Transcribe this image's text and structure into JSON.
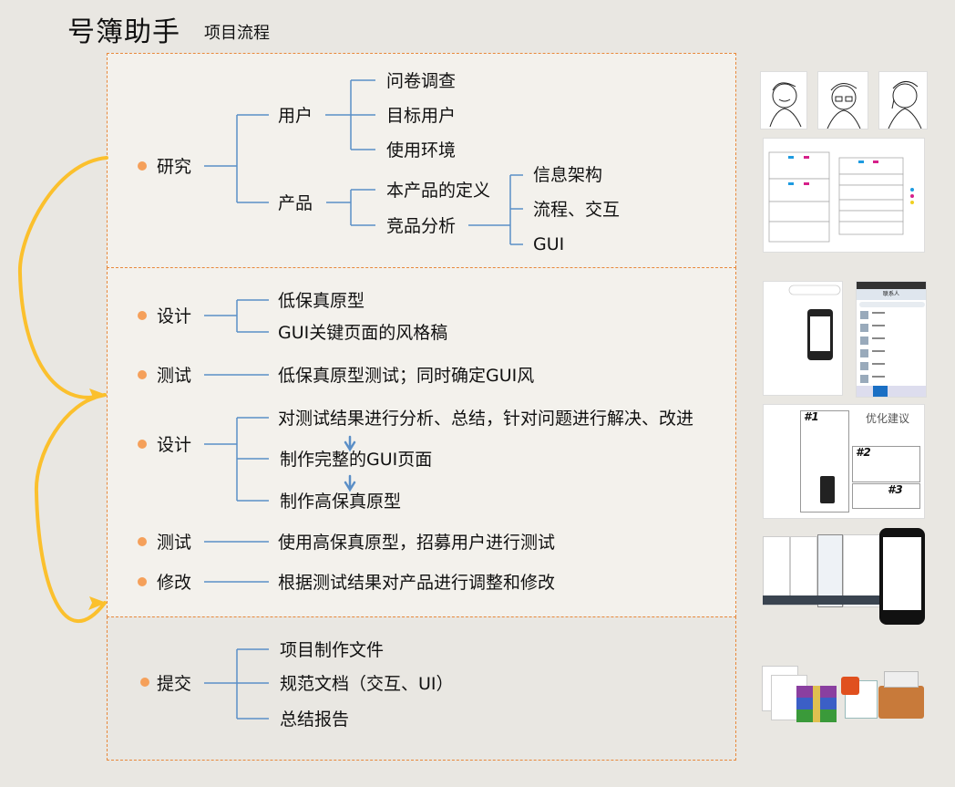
{
  "header": {
    "title": "号簿助手",
    "subtitle": "项目流程"
  },
  "sections": {
    "research": {
      "label": "研究",
      "user": {
        "label": "用户",
        "items": [
          "问卷调查",
          "目标用户",
          "使用环境"
        ]
      },
      "product": {
        "label": "产品",
        "items": [
          "本产品的定义",
          "竞品分析"
        ],
        "competitor_items": [
          "信息架构",
          "流程、交互",
          "GUI"
        ]
      }
    },
    "design1": {
      "label": "设计",
      "items": [
        "低保真原型",
        "GUI关键页面的风格稿"
      ]
    },
    "test1": {
      "label": "测试",
      "item": "低保真原型测试；同时确定GUI风"
    },
    "design2": {
      "label": "设计",
      "items": [
        "对测试结果进行分析、总结，针对问题进行解决、改进",
        "制作完整的GUI页面",
        "制作高保真原型"
      ]
    },
    "test2": {
      "label": "测试",
      "item": "使用高保真原型，招募用户进行测试"
    },
    "revise": {
      "label": "修改",
      "item": "根据测试结果对产品进行调整和修改"
    },
    "submit": {
      "label": "提交",
      "items": [
        "项目制作文件",
        "规范文档（交互、UI）",
        "总结报告"
      ]
    }
  },
  "thumbnails": {
    "optimize_title": "优化建议",
    "labels": [
      "#1",
      "#2",
      "#3"
    ],
    "contacts_title": "联系人"
  },
  "colors": {
    "dashed_border": "#e8883a",
    "bullet": "#f5a05a",
    "connector": "#5b8fc7",
    "loop_arrow": "#fbc02d",
    "section_bg": "#f3f1ec",
    "page_bg": "#e9e7e2"
  }
}
